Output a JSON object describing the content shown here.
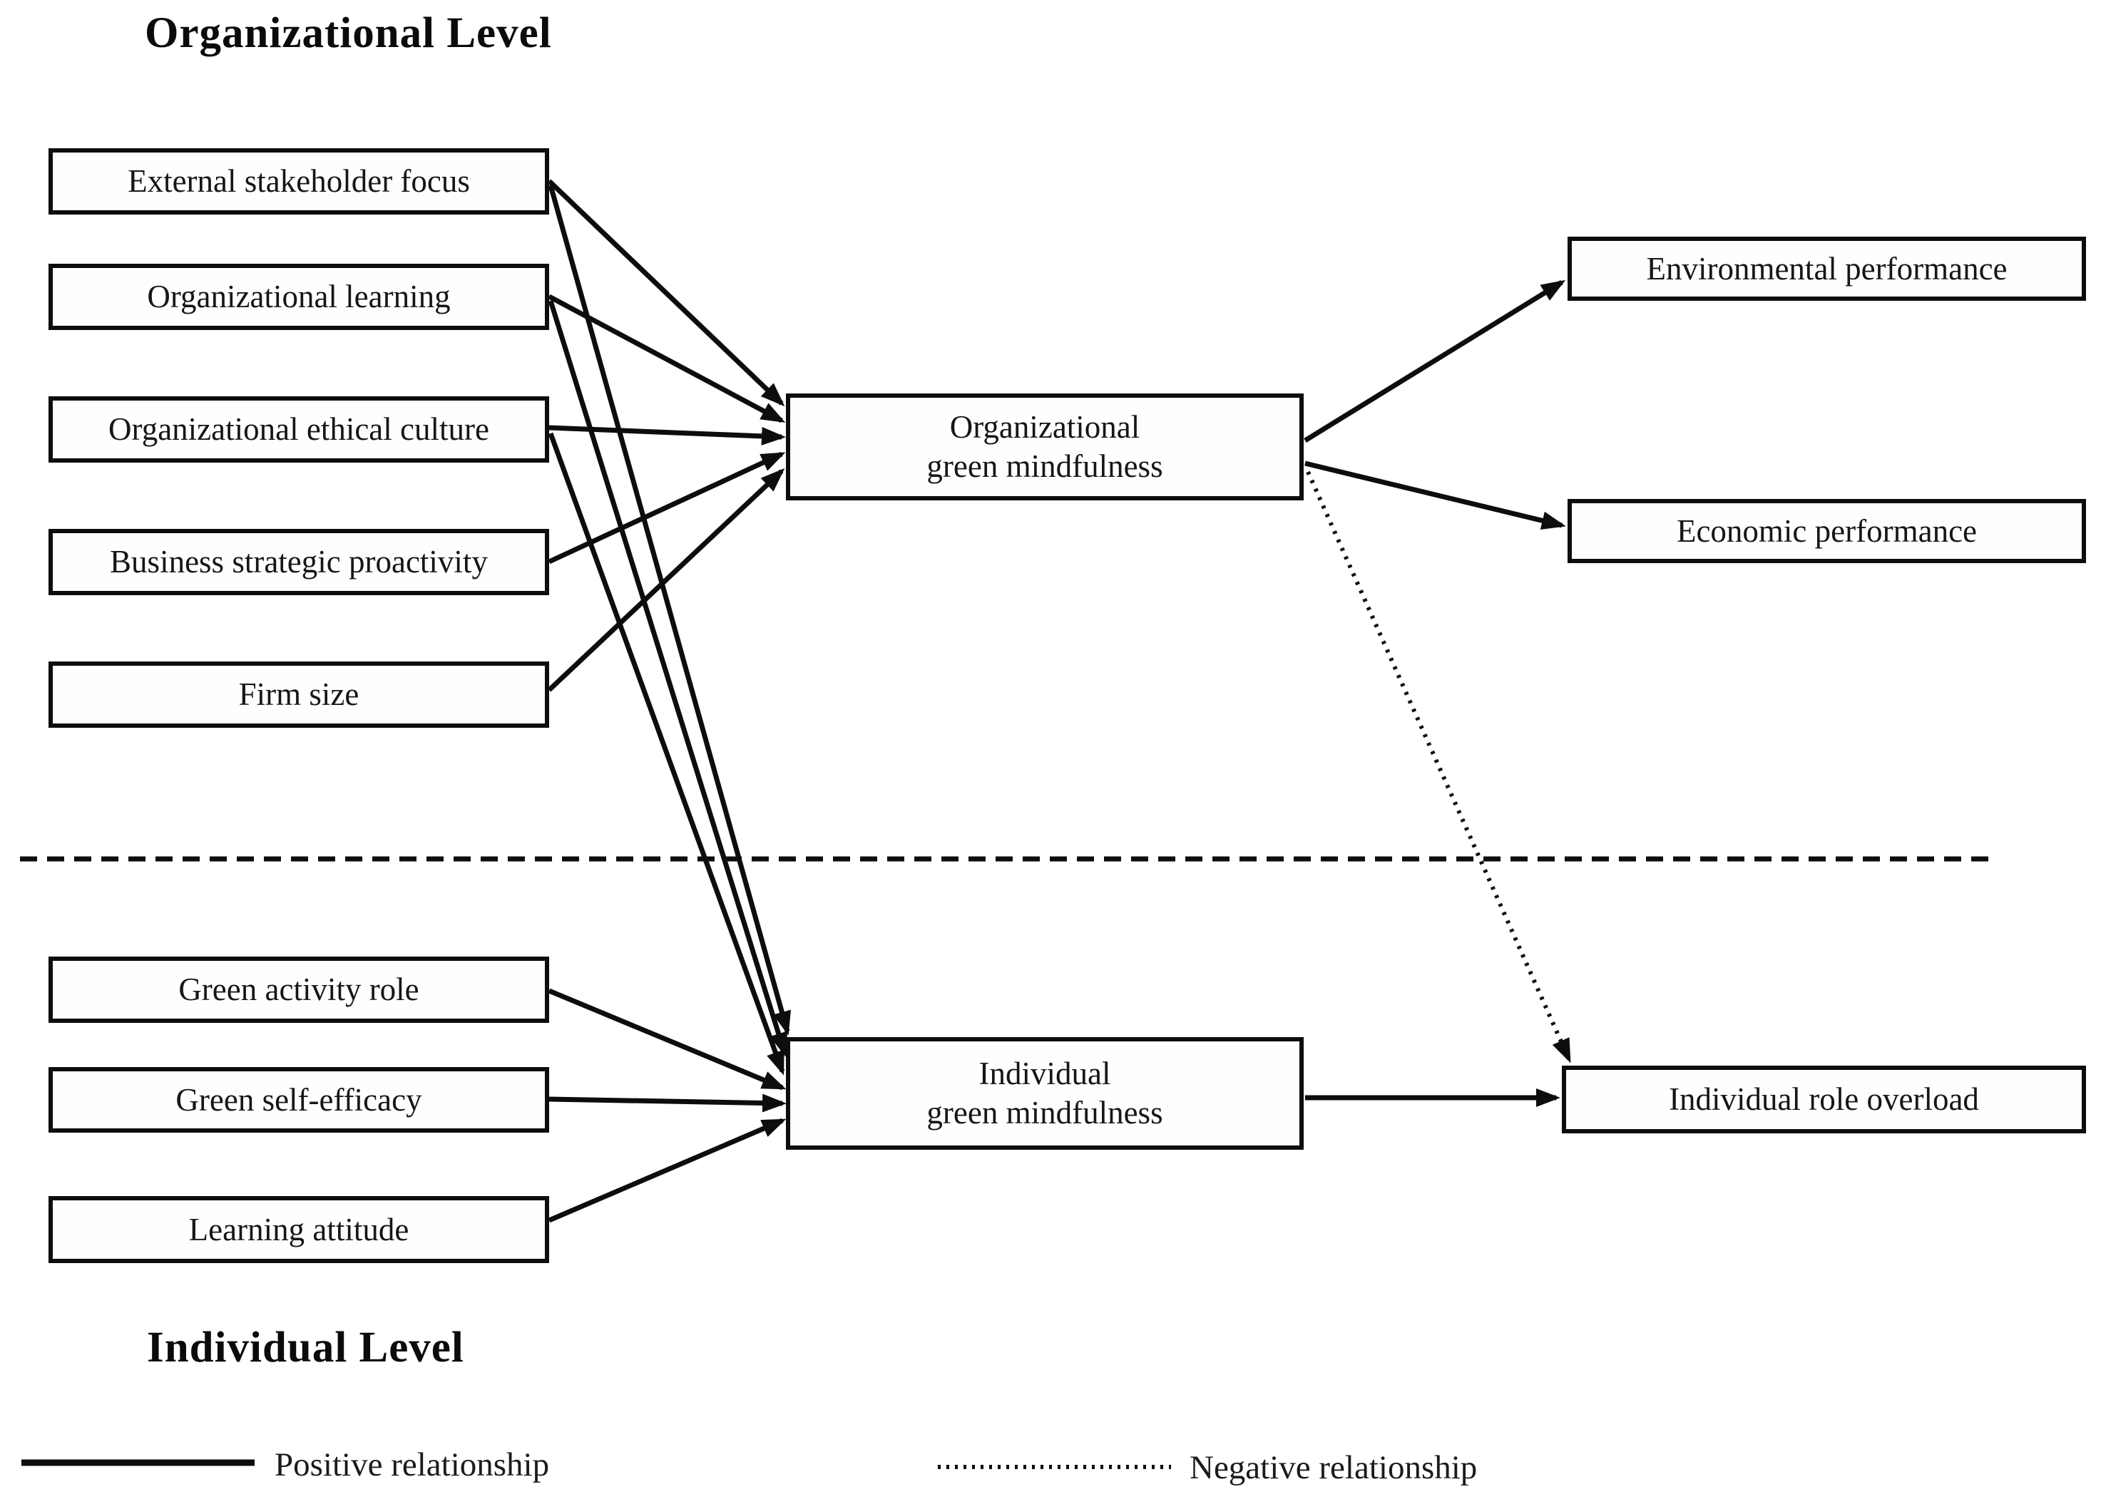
{
  "figure": {
    "kind": "conceptual-research-model",
    "org_level_title": "Organizational Level",
    "ind_level_title": "Individual Level"
  },
  "nodes": {
    "esf": {
      "label": "External stakeholder focus"
    },
    "ol": {
      "label": "Organizational learning"
    },
    "oec": {
      "label": "Organizational ethical culture"
    },
    "bsp": {
      "label": "Business strategic proactivity"
    },
    "fs": {
      "label": "Firm size"
    },
    "ogm": {
      "label": "Organizational\ngreen mindfulness"
    },
    "igm": {
      "label": "Individual\ngreen mindfulness"
    },
    "env": {
      "label": "Environmental performance"
    },
    "eco": {
      "label": "Economic performance"
    },
    "iro": {
      "label": "Individual role overload"
    },
    "gar": {
      "label": "Green activity role"
    },
    "gse": {
      "label": "Green self-efficacy"
    },
    "la": {
      "label": "Learning attitude"
    }
  },
  "edges": [
    {
      "from": "esf",
      "to": "ogm",
      "type": "positive"
    },
    {
      "from": "ol",
      "to": "ogm",
      "type": "positive"
    },
    {
      "from": "oec",
      "to": "ogm",
      "type": "positive"
    },
    {
      "from": "bsp",
      "to": "ogm",
      "type": "positive"
    },
    {
      "from": "fs",
      "to": "ogm",
      "type": "positive"
    },
    {
      "from": "esf",
      "to": "igm",
      "type": "positive"
    },
    {
      "from": "ol",
      "to": "igm",
      "type": "positive"
    },
    {
      "from": "oec",
      "to": "igm",
      "type": "positive"
    },
    {
      "from": "gar",
      "to": "igm",
      "type": "positive"
    },
    {
      "from": "gse",
      "to": "igm",
      "type": "positive"
    },
    {
      "from": "la",
      "to": "igm",
      "type": "positive"
    },
    {
      "from": "ogm",
      "to": "env",
      "type": "positive"
    },
    {
      "from": "ogm",
      "to": "eco",
      "type": "positive"
    },
    {
      "from": "igm",
      "to": "iro",
      "type": "positive"
    },
    {
      "from": "ogm",
      "to": "iro",
      "type": "negative"
    }
  ],
  "legend": {
    "positive_label": "Positive relationship",
    "negative_label": "Negative relationship"
  },
  "colors": {
    "ink": "#0d0d0d",
    "background": "#ffffff"
  }
}
